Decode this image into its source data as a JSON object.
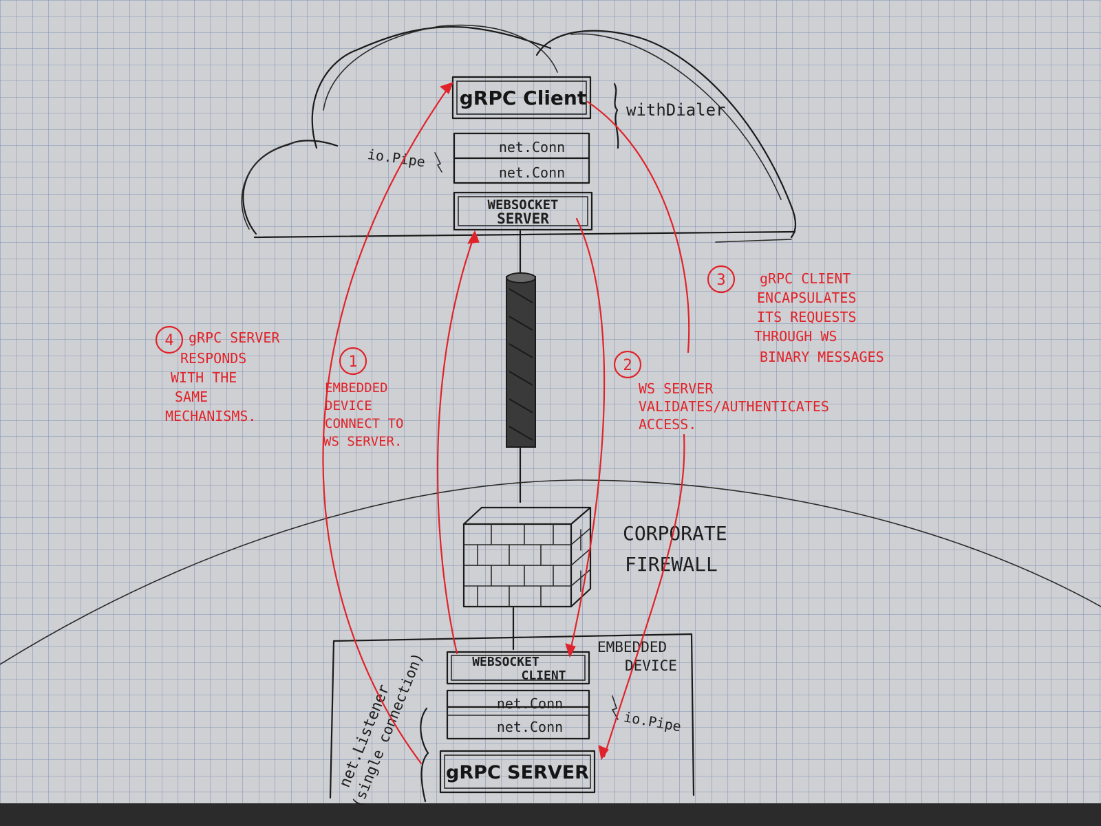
{
  "labels": {
    "grpc_client": "gRPC Client",
    "with_dialer": "withDialer",
    "io_pipe_top": "io.Pipe",
    "net_conn_top_1": "net.Conn",
    "net_conn_top_2": "net.Conn",
    "websocket_server_line1": "WEBSOCKET",
    "websocket_server_line2": "SERVER",
    "corporate_firewall_line1": "CORPORATE",
    "corporate_firewall_line2": "FIREWALL",
    "websocket_client_line1": "WEBSOCKET",
    "websocket_client_line2": "CLIENT",
    "embedded_device_line1": "EMBEDDED",
    "embedded_device_line2": "DEVICE",
    "net_conn_bottom_1": "net.Conn",
    "net_conn_bottom_2": "net.Conn",
    "io_pipe_bottom": "io.Pipe",
    "grpc_server": "gRPC SERVER",
    "net_listener_line1": "net.Listener",
    "net_listener_line2": "(single connection)"
  },
  "steps": [
    {
      "number": "1",
      "lines": [
        "EMBEDDED",
        "DEVICE",
        "CONNECT TO",
        "WS SERVER."
      ]
    },
    {
      "number": "2",
      "lines": [
        "WS SERVER",
        "VALIDATES/AUTHENTICATES",
        "ACCESS."
      ]
    },
    {
      "number": "3",
      "lines": [
        "gRPC CLIENT",
        "ENCAPSULATES",
        "ITS REQUESTS",
        "THROUGH WS",
        "BINARY MESSAGES"
      ]
    },
    {
      "number": "4",
      "lines": [
        "gRPC SERVER",
        "RESPONDS",
        "WITH THE",
        "SAME",
        "MECHANISMS."
      ]
    }
  ],
  "colors": {
    "paper": "#cfd0d3",
    "grid": "#7d92b4",
    "ink": "#1a1a1a",
    "red_ink": "#e0232a"
  }
}
